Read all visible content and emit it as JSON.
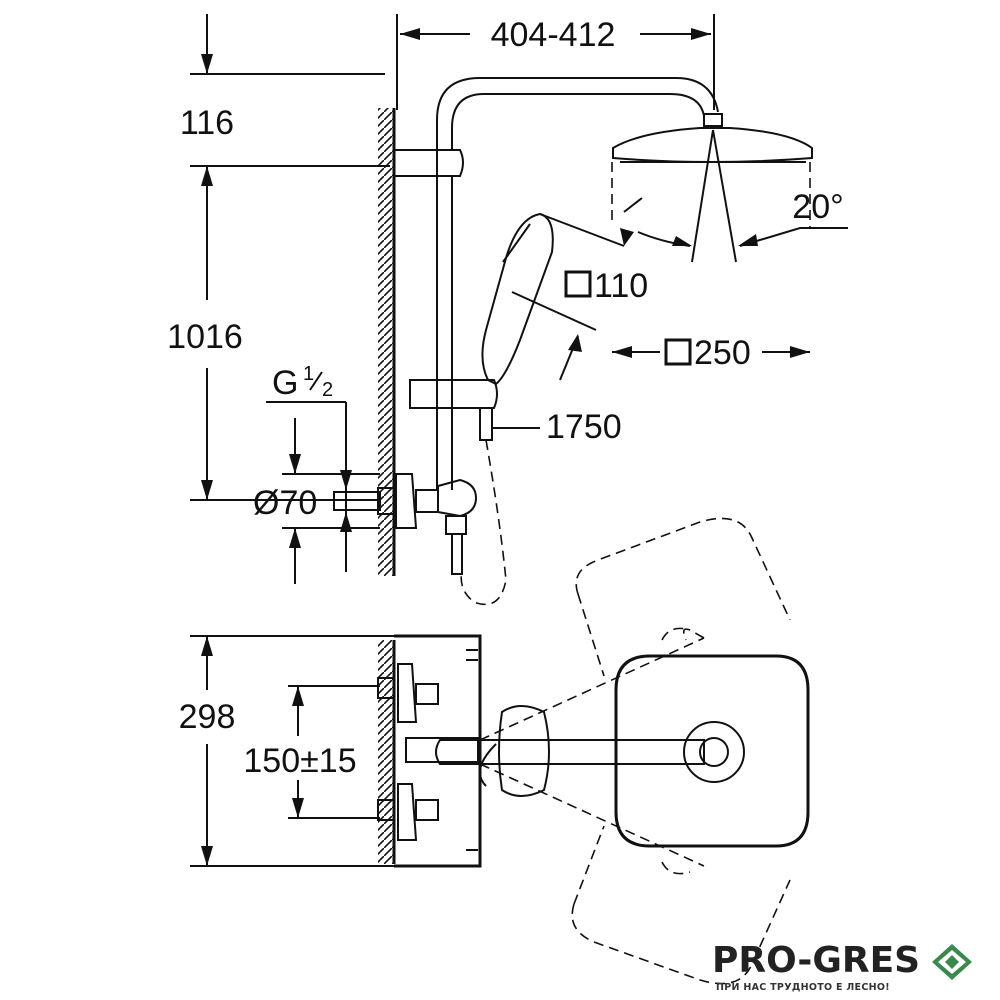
{
  "dimensions": {
    "top_width": "404-412",
    "ceiling_offset": "116",
    "bar_height": "1016",
    "thread_main": "G",
    "thread_num": "1",
    "thread_den": "2",
    "escutcheon": "Ø70",
    "tilt": "20°",
    "hand_shower": "110",
    "head_shower": "250",
    "hose": "1750",
    "mixer_height": "298",
    "centers": "150±15"
  },
  "brand": {
    "name": "PRO-GRES",
    "tagline": "ПРИ НАС ТРУДНОТО Е ЛЕСНО!",
    "accent": "#3a8a4f"
  }
}
